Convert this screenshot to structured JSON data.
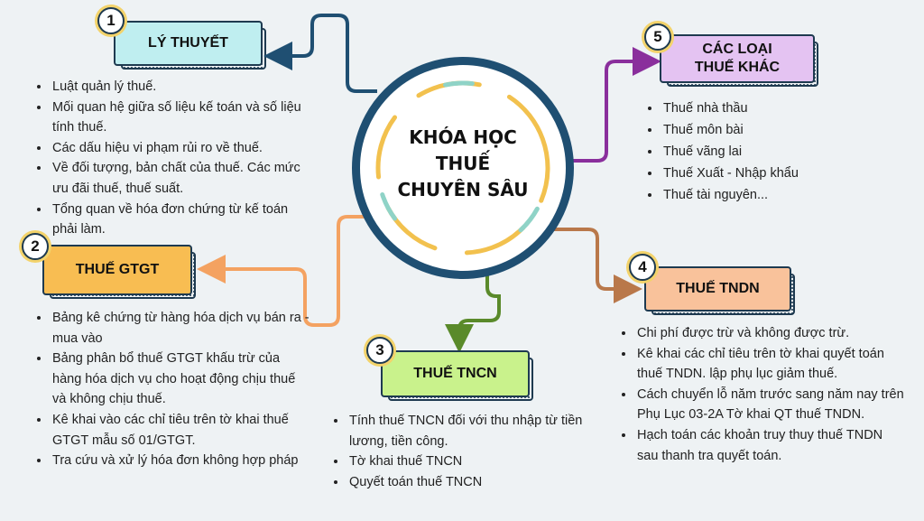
{
  "center": {
    "title_lines": [
      "KHÓA HỌC",
      "THUẾ",
      "CHUYÊN SÂU"
    ]
  },
  "colors": {
    "hub_border": "#1f4f72",
    "ring_yellow": "#f2c14e",
    "ring_teal": "#8fd3c7"
  },
  "topics": [
    {
      "number": "1",
      "title_lines": [
        "LÝ THUYẾT"
      ],
      "fill": "#bfeef0",
      "link_color": "#1f4f72",
      "bullets": [
        "Luật quản lý thuế.",
        "Mối quan hệ giữa số liệu kế toán và số liệu tính thuế.",
        "Các dấu hiệu vi phạm rủi ro về thuế.",
        "Về đối tượng, bản chất của thuế. Các mức ưu đãi thuế, thuế suất.",
        "Tổng quan về hóa đơn chứng từ kế toán phải làm."
      ]
    },
    {
      "number": "2",
      "title_lines": [
        "THUẾ GTGT"
      ],
      "fill": "#f8bd52",
      "link_color": "#f4a261",
      "bullets": [
        "Bảng kê chứng từ hàng hóa dịch vụ bán ra - mua vào",
        "Bảng phân bổ thuế GTGT khấu trừ của hàng hóa dịch vụ cho hoạt động chịu thuế và không chịu thuế.",
        "Kê khai vào các chỉ tiêu trên tờ khai thuế GTGT mẫu số 01/GTGT.",
        "Tra cứu và xử lý hóa đơn không hợp pháp"
      ]
    },
    {
      "number": "3",
      "title_lines": [
        "THUẾ TNCN"
      ],
      "fill": "#c9f28c",
      "link_color": "#5a8a2a",
      "bullets": [
        "Tính thuế TNCN đối với thu nhập từ tiền lương, tiền công.",
        "Tờ khai thuế TNCN",
        "Quyết toán thuế TNCN"
      ]
    },
    {
      "number": "4",
      "title_lines": [
        "THUẾ TNDN"
      ],
      "fill": "#f9c29b",
      "link_color": "#b9784a",
      "bullets": [
        "Chi phí được trừ và không được trừ.",
        "Kê khai các chỉ tiêu trên tờ khai quyết toán thuế TNDN. lập phụ lục giảm thuế.",
        "Cách chuyển lỗ năm trước sang năm nay trên Phụ Lục 03-2A Tờ khai QT thuế TNDN.",
        "Hạch toán các khoản truy thuy thuế TNDN sau thanh tra quyết toán."
      ]
    },
    {
      "number": "5",
      "title_lines": [
        "CÁC LOẠI",
        "THUẾ KHÁC"
      ],
      "fill": "#e4c3f2",
      "link_color": "#8a2f9c",
      "bullets": [
        "Thuế nhà thầu",
        "Thuế môn bài",
        "Thuế vãng lai",
        "Thuế Xuất - Nhập khẩu",
        "Thuế tài nguyên..."
      ]
    }
  ]
}
